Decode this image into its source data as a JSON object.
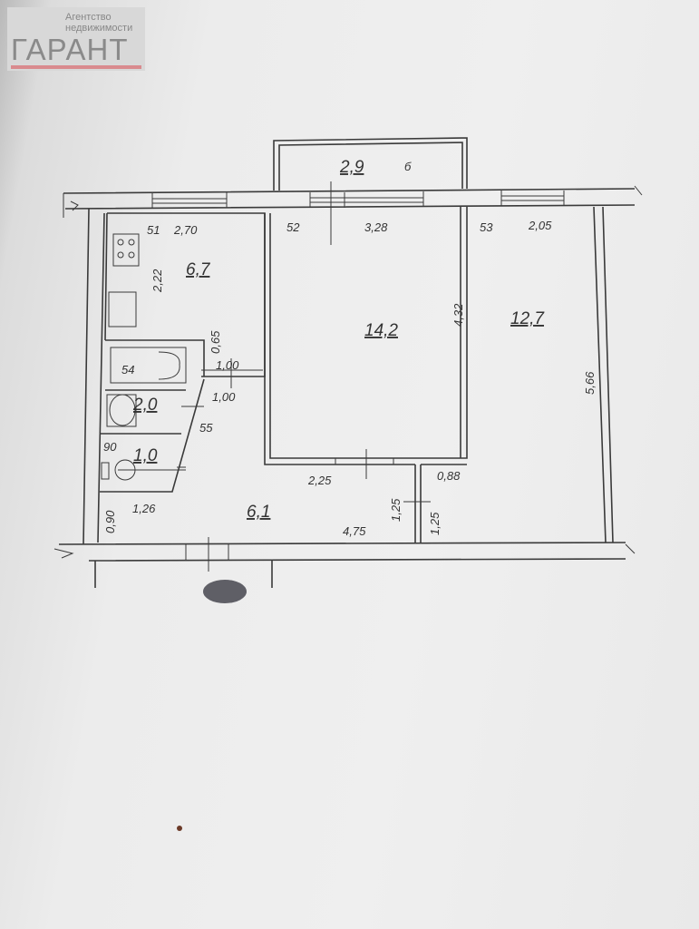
{
  "logo": {
    "line1": "Агентство",
    "line2": "недвижимости",
    "name": "ГАРАНТ",
    "accent": "#d98a8e"
  },
  "plan": {
    "balcony": {
      "area": "2,9",
      "mark": "б"
    },
    "kitchen": {
      "area": "6,7",
      "id": "51",
      "width": "2,70",
      "depth": "2,22",
      "wall": "0,65",
      "door": "1,00"
    },
    "room_middle": {
      "area": "14,2",
      "id": "52",
      "width": "3,28",
      "depth": "4,32"
    },
    "room_right": {
      "area": "12,7",
      "id": "53",
      "width": "2,05",
      "depth": "5,66"
    },
    "bathroom": {
      "area": "2,0",
      "id": "54",
      "door": "1,00",
      "id2": "55"
    },
    "wc": {
      "area": "1,0",
      "id": "90"
    },
    "hall": {
      "area": "6,1",
      "width": "4,75",
      "door_top": "2,25",
      "side": "1,26",
      "depth": "0,90",
      "niche_h1": "1,25",
      "niche_h2": "1,25",
      "niche_w": "0,88"
    }
  }
}
